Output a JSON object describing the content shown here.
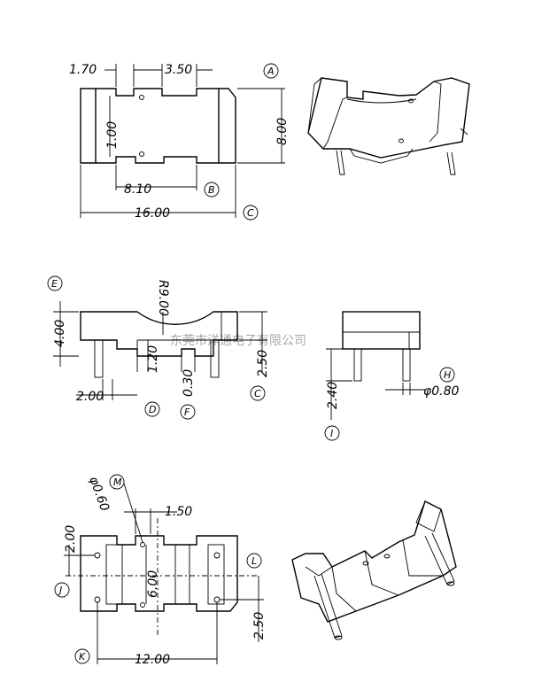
{
  "top_view": {
    "dims": {
      "d1": "1.70",
      "d2": "3.50",
      "d3": "1.00",
      "d4": "8.00",
      "d5": "8.10",
      "d6": "16.00"
    },
    "labels": {
      "a": "A",
      "b": "B",
      "c": "C"
    }
  },
  "side_view": {
    "dims": {
      "r": "R9.00",
      "h": "4.00",
      "p1": "2.50",
      "p2": "1.20",
      "p3": "0.30",
      "p4": "2.00"
    },
    "labels": {
      "e": "E",
      "c": "C",
      "d": "D",
      "f": "F"
    }
  },
  "end_view": {
    "dims": {
      "pin_len": "2.40",
      "pin_dia": "φ0.80"
    },
    "labels": {
      "h": "H",
      "i": "I"
    }
  },
  "bottom_view": {
    "dims": {
      "hole": "φ0.60",
      "w": "1.50",
      "v1": "2.00",
      "v2": "6.00",
      "v3": "2.50",
      "h": "12.00"
    },
    "labels": {
      "m": "M",
      "l": "L",
      "j": "J",
      "k": "K"
    }
  },
  "watermark": "东莞市洋通电子有限公司"
}
